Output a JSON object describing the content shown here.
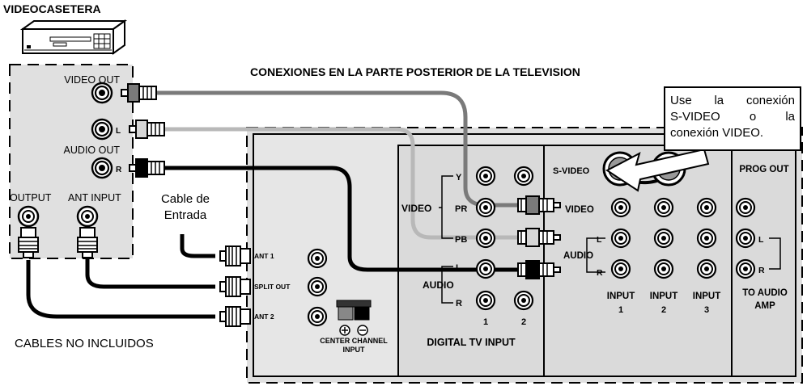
{
  "vcr": {
    "title": "VIDEOCASETERA",
    "video_out": "VIDEO OUT",
    "audio_out": "AUDIO OUT",
    "l": "L",
    "r": "R",
    "output": "OUTPUT",
    "ant_input": "ANT INPUT"
  },
  "main_title": "CONEXIONES EN LA PARTE POSTERIOR DE LA TELEVISION",
  "cable_label": {
    "line1": "Cable de",
    "line2": "Entrada"
  },
  "cables_note": "CABLES NO INCLUIDOS",
  "callout": {
    "line1": "Use la conexión",
    "line2": "S-VIDEO o la",
    "line3": "conexión VIDEO."
  },
  "tv": {
    "ant1": "ANT 1",
    "split_out": "SPLIT OUT",
    "ant2": "ANT 2",
    "center_channel": "CENTER CHANNEL",
    "center_input": "INPUT",
    "dtv": {
      "y": "Y",
      "video": "VIDEO",
      "pr": "PR",
      "pb": "PB",
      "l": "L",
      "audio": "AUDIO",
      "r": "R",
      "col1": "1",
      "col2": "2",
      "title": "DIGITAL TV INPUT"
    },
    "inputs": {
      "svideo": "S-VIDEO",
      "video": "VIDEO",
      "l": "L",
      "audio": "AUDIO",
      "r": "R",
      "input": "INPUT",
      "n1": "1",
      "n2": "2",
      "n3": "3"
    },
    "prog": {
      "title": "PROG OUT",
      "l": "L",
      "r": "R",
      "to_audio": "TO AUDIO",
      "amp": "AMP"
    }
  }
}
